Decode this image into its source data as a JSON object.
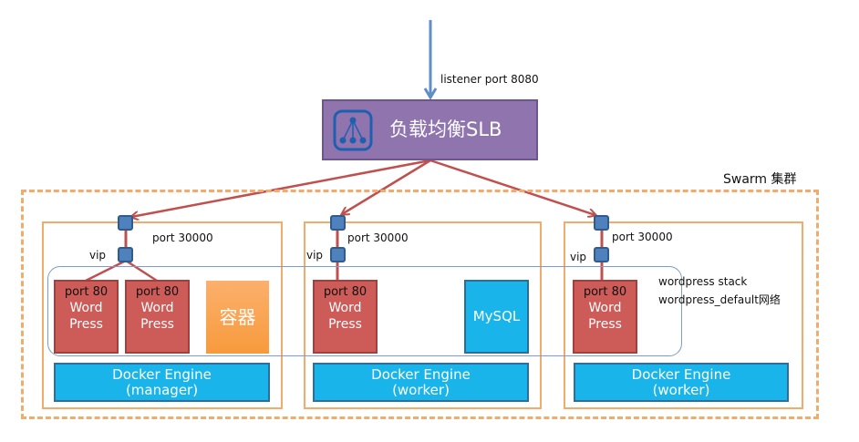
{
  "load_balancer": {
    "title": "负载均衡SLB",
    "listener_label": "listener port   8080",
    "icon": "network-tree-icon"
  },
  "cluster": {
    "label": "Swarm 集群"
  },
  "stack": {
    "line1": "wordpress stack",
    "line2": "wordpress_default网络"
  },
  "nodes": [
    {
      "port_label": "port   30000",
      "vip_label": "vip",
      "services": [
        {
          "port": "port 80",
          "name_line1": "Word",
          "name_line2": "Press"
        },
        {
          "port": "port 80",
          "name_line1": "Word",
          "name_line2": "Press"
        }
      ],
      "container_label": "容器",
      "engine_line1": "Docker Engine",
      "engine_line2": "(manager)"
    },
    {
      "port_label": "port   30000",
      "vip_label": "vip",
      "services": [
        {
          "port": "port 80",
          "name_line1": "Word",
          "name_line2": "Press"
        }
      ],
      "mysql_label": "MySQL",
      "engine_line1": "Docker Engine",
      "engine_line2": "(worker)"
    },
    {
      "port_label": "port   30000",
      "vip_label": "vip",
      "services": [
        {
          "port": "port 80",
          "name_line1": "Word",
          "name_line2": "Press"
        }
      ],
      "engine_line1": "Docker Engine",
      "engine_line2": "(worker)"
    }
  ],
  "colors": {
    "slb": "#8f74ae",
    "wordpress": "#cd5b57",
    "engine": "#19b5ea",
    "container": "#f79a3c",
    "node_border": "#f1ab6b",
    "connector": "#c0504d",
    "ingress_arrow": "#5f8fc4",
    "port_square": "#4f81bd"
  }
}
